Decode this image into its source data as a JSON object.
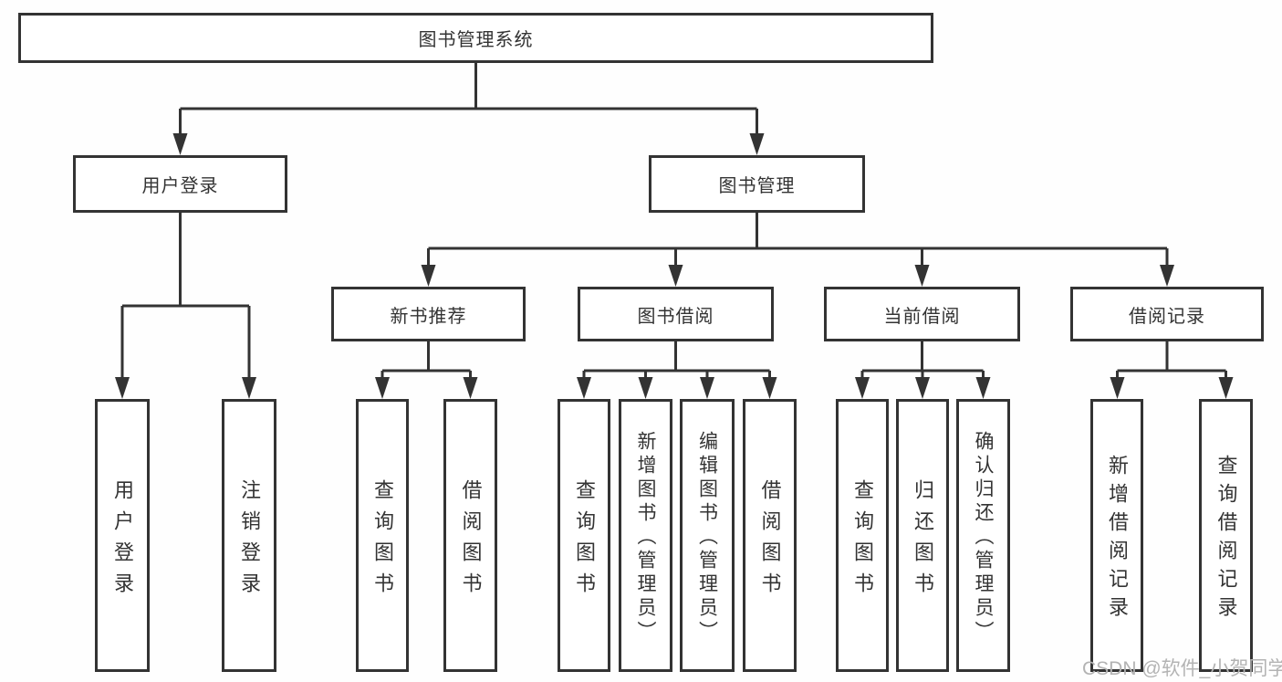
{
  "diagram": {
    "root": {
      "label": "图书管理系统"
    },
    "level2": [
      {
        "label": "用户登录"
      },
      {
        "label": "图书管理"
      }
    ],
    "level3": [
      {
        "label": "新书推荐"
      },
      {
        "label": "图书借阅"
      },
      {
        "label": "当前借阅"
      },
      {
        "label": "借阅记录"
      }
    ],
    "leaves": {
      "user_login": [
        {
          "label": "用户登录"
        },
        {
          "label": "注销登录"
        }
      ],
      "new_book": [
        {
          "label": "查询图书"
        },
        {
          "label": "借阅图书"
        }
      ],
      "book_borrow": [
        {
          "label": "查询图书"
        },
        {
          "label": "新增图书（管理员）"
        },
        {
          "label": "编辑图书（管理员）"
        },
        {
          "label": "借阅图书"
        }
      ],
      "current_borrow": [
        {
          "label": "查询图书"
        },
        {
          "label": "归还图书"
        },
        {
          "label": "确认归还（管理员）"
        }
      ],
      "borrow_records": [
        {
          "label": "新增借阅记录"
        },
        {
          "label": "查询借阅记录"
        }
      ]
    },
    "watermark": "CSDN @软件_小贺同学",
    "colors": {
      "line": "#333333",
      "text": "#333333",
      "box_background": "#ffffff",
      "watermark": "#b3b3b3"
    }
  }
}
